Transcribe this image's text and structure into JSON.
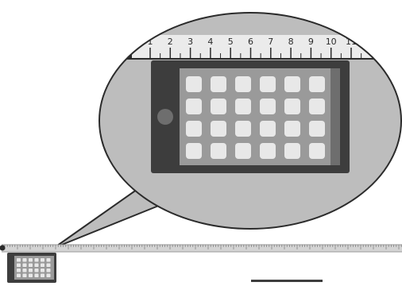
{
  "ruler": {
    "labels": [
      "1",
      "2",
      "3",
      "4",
      "5",
      "6",
      "7",
      "8",
      "9",
      "10",
      "11"
    ]
  },
  "tablet": {
    "icon_grid": {
      "rows": 4,
      "cols": 6
    }
  },
  "colors": {
    "magnifier_fill": "#bdbdbd",
    "magnifier_stroke": "#2b2b2b",
    "ruler_fill": "#ebebeb",
    "tablet_body": "#3d3d3d",
    "screen_bg": "#9a9a9a",
    "icon_fill": "#e8e8e8",
    "tape_fill": "#d4d4d4"
  },
  "icons": {
    "home_button": "circle-button-icon",
    "app_icon": "rounded-square-icon"
  }
}
